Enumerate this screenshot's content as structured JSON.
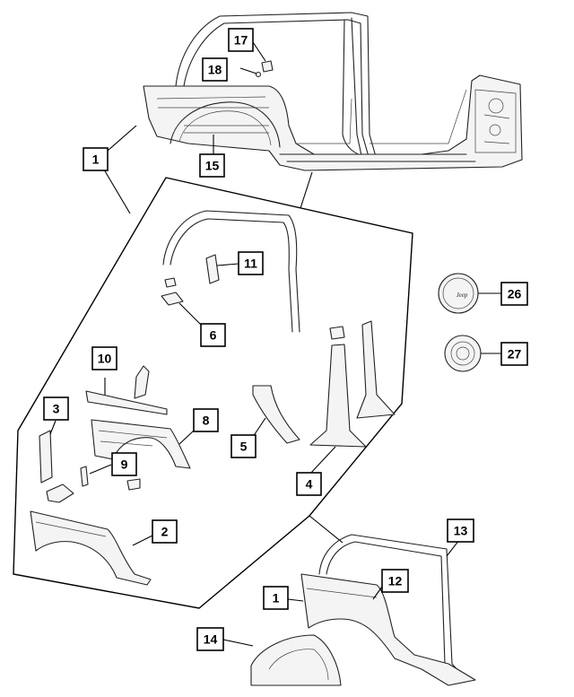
{
  "callouts": {
    "c1_top": "1",
    "c15": "15",
    "c17": "17",
    "c18": "18",
    "c11": "11",
    "c6": "6",
    "c10": "10",
    "c3": "3",
    "c8": "8",
    "c9": "9",
    "c5": "5",
    "c4": "4",
    "c2": "2",
    "c26": "26",
    "c27": "27",
    "c13": "13",
    "c12": "12",
    "c1_bottom": "1",
    "c14": "14"
  },
  "fuel_door_emblem": "Jeep"
}
